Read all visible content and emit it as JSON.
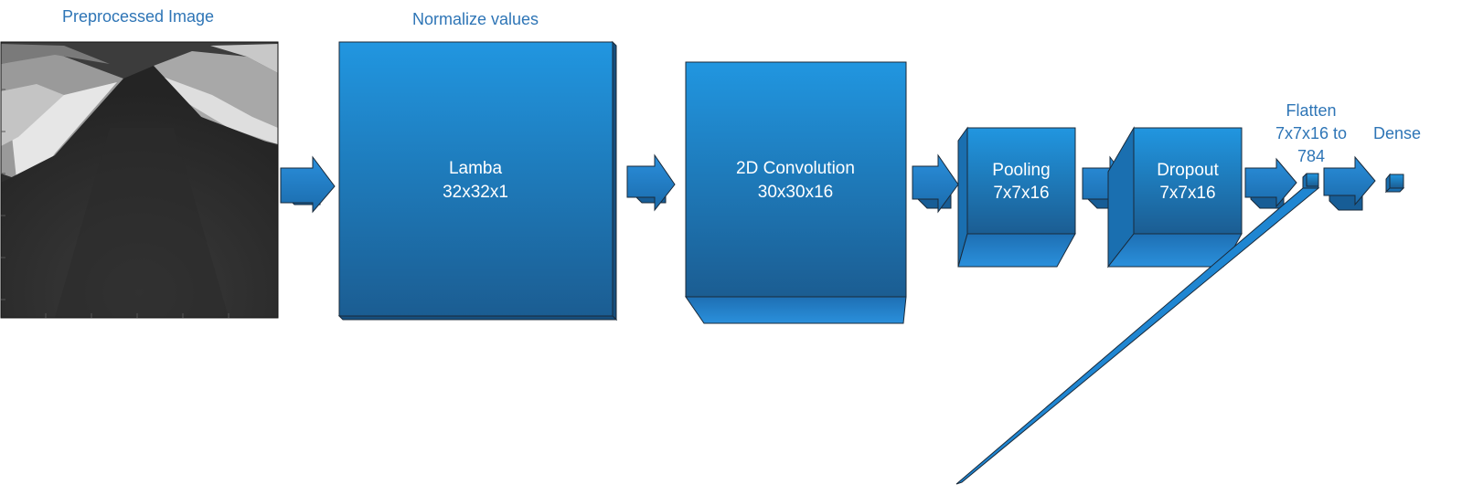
{
  "labels": {
    "preprocessed": "Preprocessed Image",
    "normalize": "Normalize values",
    "flatten_1": "Flatten",
    "flatten_2": "7x7x16 to",
    "flatten_3": "784",
    "dense": "Dense"
  },
  "layers": {
    "lambda": {
      "name": "Lamba",
      "shape": "32x32x1"
    },
    "conv": {
      "name": "2D Convolution",
      "shape": "30x30x16"
    },
    "pooling": {
      "name": "Pooling",
      "shape": "7x7x16"
    },
    "dropout": {
      "name": "Dropout",
      "shape": "7x7x16"
    }
  },
  "colors": {
    "front_top": "#2196e0",
    "front_bottom": "#1b5d92",
    "side": "#1a6fb0",
    "floor": "#2a8ad6",
    "caption": "#2e75b6"
  }
}
